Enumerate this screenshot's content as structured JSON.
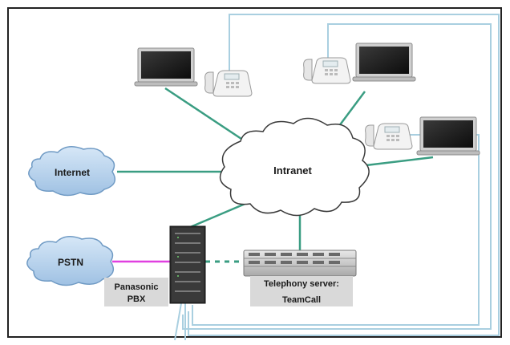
{
  "nodes": {
    "internet": {
      "label": "Internet"
    },
    "intranet": {
      "label": "Intranet"
    },
    "pstn": {
      "label": "PSTN"
    },
    "pbx": {
      "label_line1": "Panasonic",
      "label_line2": "PBX"
    },
    "server": {
      "label_line1": "Telephony server:",
      "label_line2": "TeamCall"
    }
  },
  "colors": {
    "frame": "#222222",
    "network_link": "#3a9d82",
    "phone_line": "#a9cfe0",
    "pstn_trunk": "#e040e0",
    "cloud_blue_fill": "#bcd6ef",
    "cloud_blue_stroke": "#6f9ac4",
    "label_box": "#d9d9d9"
  },
  "icons": [
    "laptop-icon",
    "desk-phone-icon",
    "pbx-cabinet-icon",
    "rack-server-icon",
    "cloud-icon"
  ]
}
